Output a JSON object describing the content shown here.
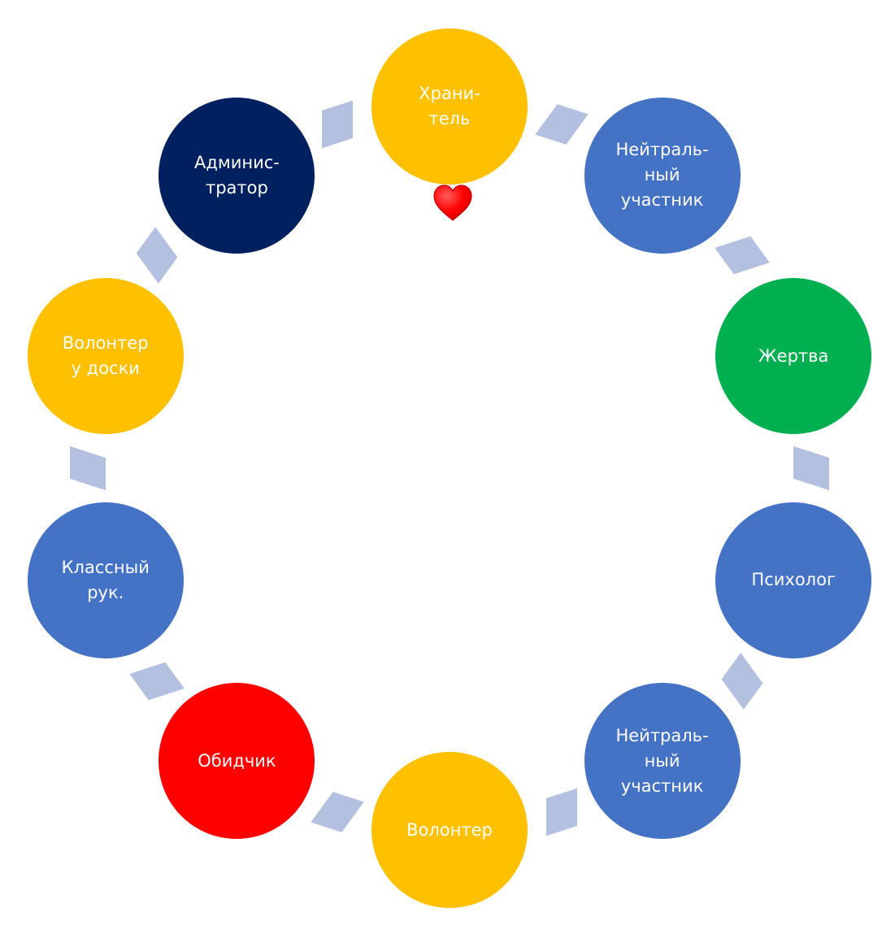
{
  "diagram": {
    "type": "cycle",
    "nodes": [
      {
        "id": "keeper",
        "label": "Храни-\nтель",
        "color": "#ffc000"
      },
      {
        "id": "neutral-top",
        "label": "Нейтраль-\nный\nучастник",
        "color": "#4472c4"
      },
      {
        "id": "victim",
        "label": "Жертва",
        "color": "#00b050"
      },
      {
        "id": "psychologist",
        "label": "Психолог",
        "color": "#4472c4"
      },
      {
        "id": "neutral-bottom",
        "label": "Нейтраль-\nный\nучастник",
        "color": "#4472c4"
      },
      {
        "id": "volunteer",
        "label": "Волонтер",
        "color": "#ffc000"
      },
      {
        "id": "offender",
        "label": "Обидчик",
        "color": "#ff0000"
      },
      {
        "id": "class-teacher",
        "label": "Классный\nрук.",
        "color": "#4472c4"
      },
      {
        "id": "volunteer-board",
        "label": "Волонтер\nу доски",
        "color": "#ffc000"
      },
      {
        "id": "administrator",
        "label": "Админис-\nтратор",
        "color": "#002060"
      }
    ],
    "connector_color": "#b4c0e0",
    "heart": {
      "icon": "heart-icon",
      "fill": "#ff0000",
      "stroke": "#c00000"
    }
  }
}
